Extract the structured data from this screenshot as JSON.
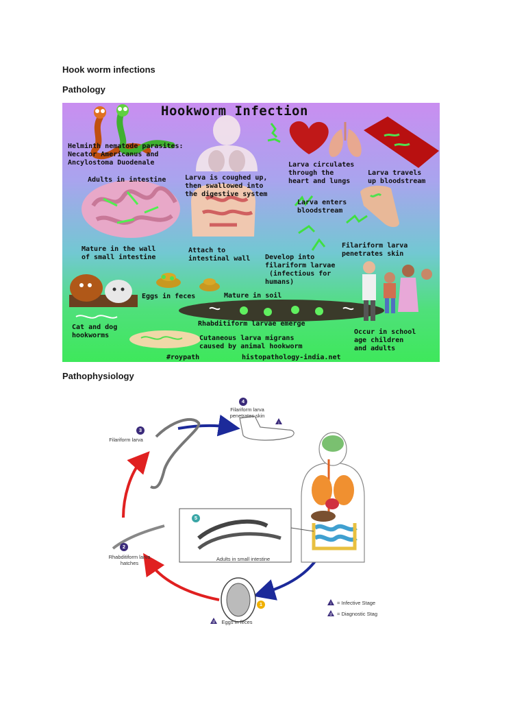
{
  "document": {
    "title": "Hook worm infections",
    "section1": "Pathology",
    "section2": "Pathophysiology"
  },
  "poster": {
    "title": "Hookworm Infection",
    "helminth": "Helminth nematode parasites:\nNecator Americanus and\nAncylostoma Duodenale",
    "adults": "Adults in intestine",
    "coughed": "Larva is coughed up,\nthen swallowed into\nthe digestive system",
    "circulates": "Larva circulates\nthrough the\nheart and lungs",
    "travels": "Larva travels\nup bloodstream",
    "enters": "Larva enters\nbloodstream",
    "mature_wall": "Mature in the wall\nof small intestine",
    "attach": "Attach to\nintestinal wall",
    "develop": "Develop into\nfilariform larvae\n (infectious for\nhumans)",
    "filariform": "Filariform larva\npenetrates skin",
    "eggs": "Eggs in feces",
    "mature_soil": "Mature in soil",
    "rhabditiform": "Rhabditiform larvae emerge",
    "cat_dog": "Cat and dog\nhookworms",
    "cutaneous": "Cutaneous larva migrans\ncaused by animal hookworm",
    "occur": "Occur in school\nage children\nand adults",
    "credit_left": "#roypath",
    "credit_right": "histopathology-india.net"
  },
  "cycle": {
    "step1": "1",
    "step2": "2",
    "step3": "3",
    "step4": "4",
    "step5": "5",
    "filariform_label": "Filariform larva",
    "penetrates_label": "Filariform larva\npenetrates skin",
    "rhabditiform_label": "Rhabditiform larva\nhatches",
    "adults_label": "Adults in small intestine",
    "eggs_label": "Eggs in feces",
    "legend_i": "= Infective Stage",
    "legend_d": "= Diagnostic Stag",
    "badge_i": "i",
    "badge_d": "d",
    "colors": {
      "red_arrow": "#e02020",
      "blue_arrow": "#1c2a9a",
      "badge": "#3a2a7a",
      "step5": "#3aa6a6",
      "step1": "#f0b000"
    }
  }
}
